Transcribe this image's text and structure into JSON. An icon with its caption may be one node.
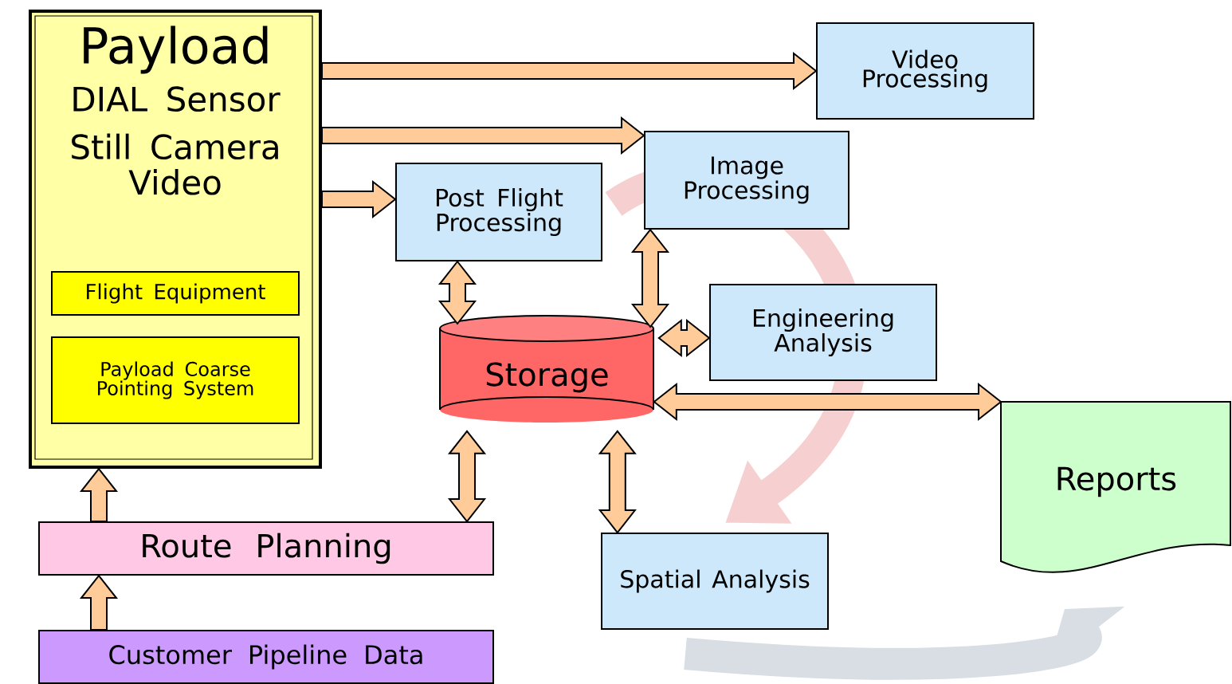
{
  "diagram": {
    "nodes": [
      {
        "text": [
          "Payload",
          "DIAL Sensor",
          "Still Camera",
          "Video"
        ]
      },
      {
        "text": [
          "Flight Equipment"
        ],
        "in": 0
      },
      {
        "text": [
          "Payload Coarse Pointing System"
        ],
        "in": 0
      },
      {
        "text": [
          "Video Processing"
        ]
      },
      {
        "text": [
          "Image Processing"
        ]
      },
      {
        "text": [
          "Post Flight Processing"
        ]
      },
      {
        "text": [
          "Storage"
        ]
      },
      {
        "text": [
          "Engineering Analysis"
        ]
      },
      {
        "text": [
          "Reports"
        ]
      },
      {
        "text": [
          "Route Planning"
        ]
      },
      {
        "text": [
          "Spatial Analysis"
        ]
      },
      {
        "text": [
          "Customer Pipeline Data"
        ]
      }
    ],
    "edges": [
      {
        "from": 0,
        "to": 3,
        "arrow": "to"
      },
      {
        "from": 0,
        "to": 4,
        "arrow": "to"
      },
      {
        "from": 0,
        "to": 5,
        "arrow": "to"
      },
      {
        "from": 5,
        "to": 6,
        "arrow": "both"
      },
      {
        "from": 4,
        "to": 6,
        "arrow": "both"
      },
      {
        "from": 6,
        "to": 7,
        "arrow": "both"
      },
      {
        "from": 6,
        "to": 8,
        "arrow": "both"
      },
      {
        "from": 6,
        "to": 9,
        "arrow": "both"
      },
      {
        "from": 6,
        "to": 10,
        "arrow": "both"
      },
      {
        "from": 9,
        "to": 0,
        "arrow": "to"
      },
      {
        "from": 11,
        "to": 9,
        "arrow": "to"
      }
    ]
  }
}
